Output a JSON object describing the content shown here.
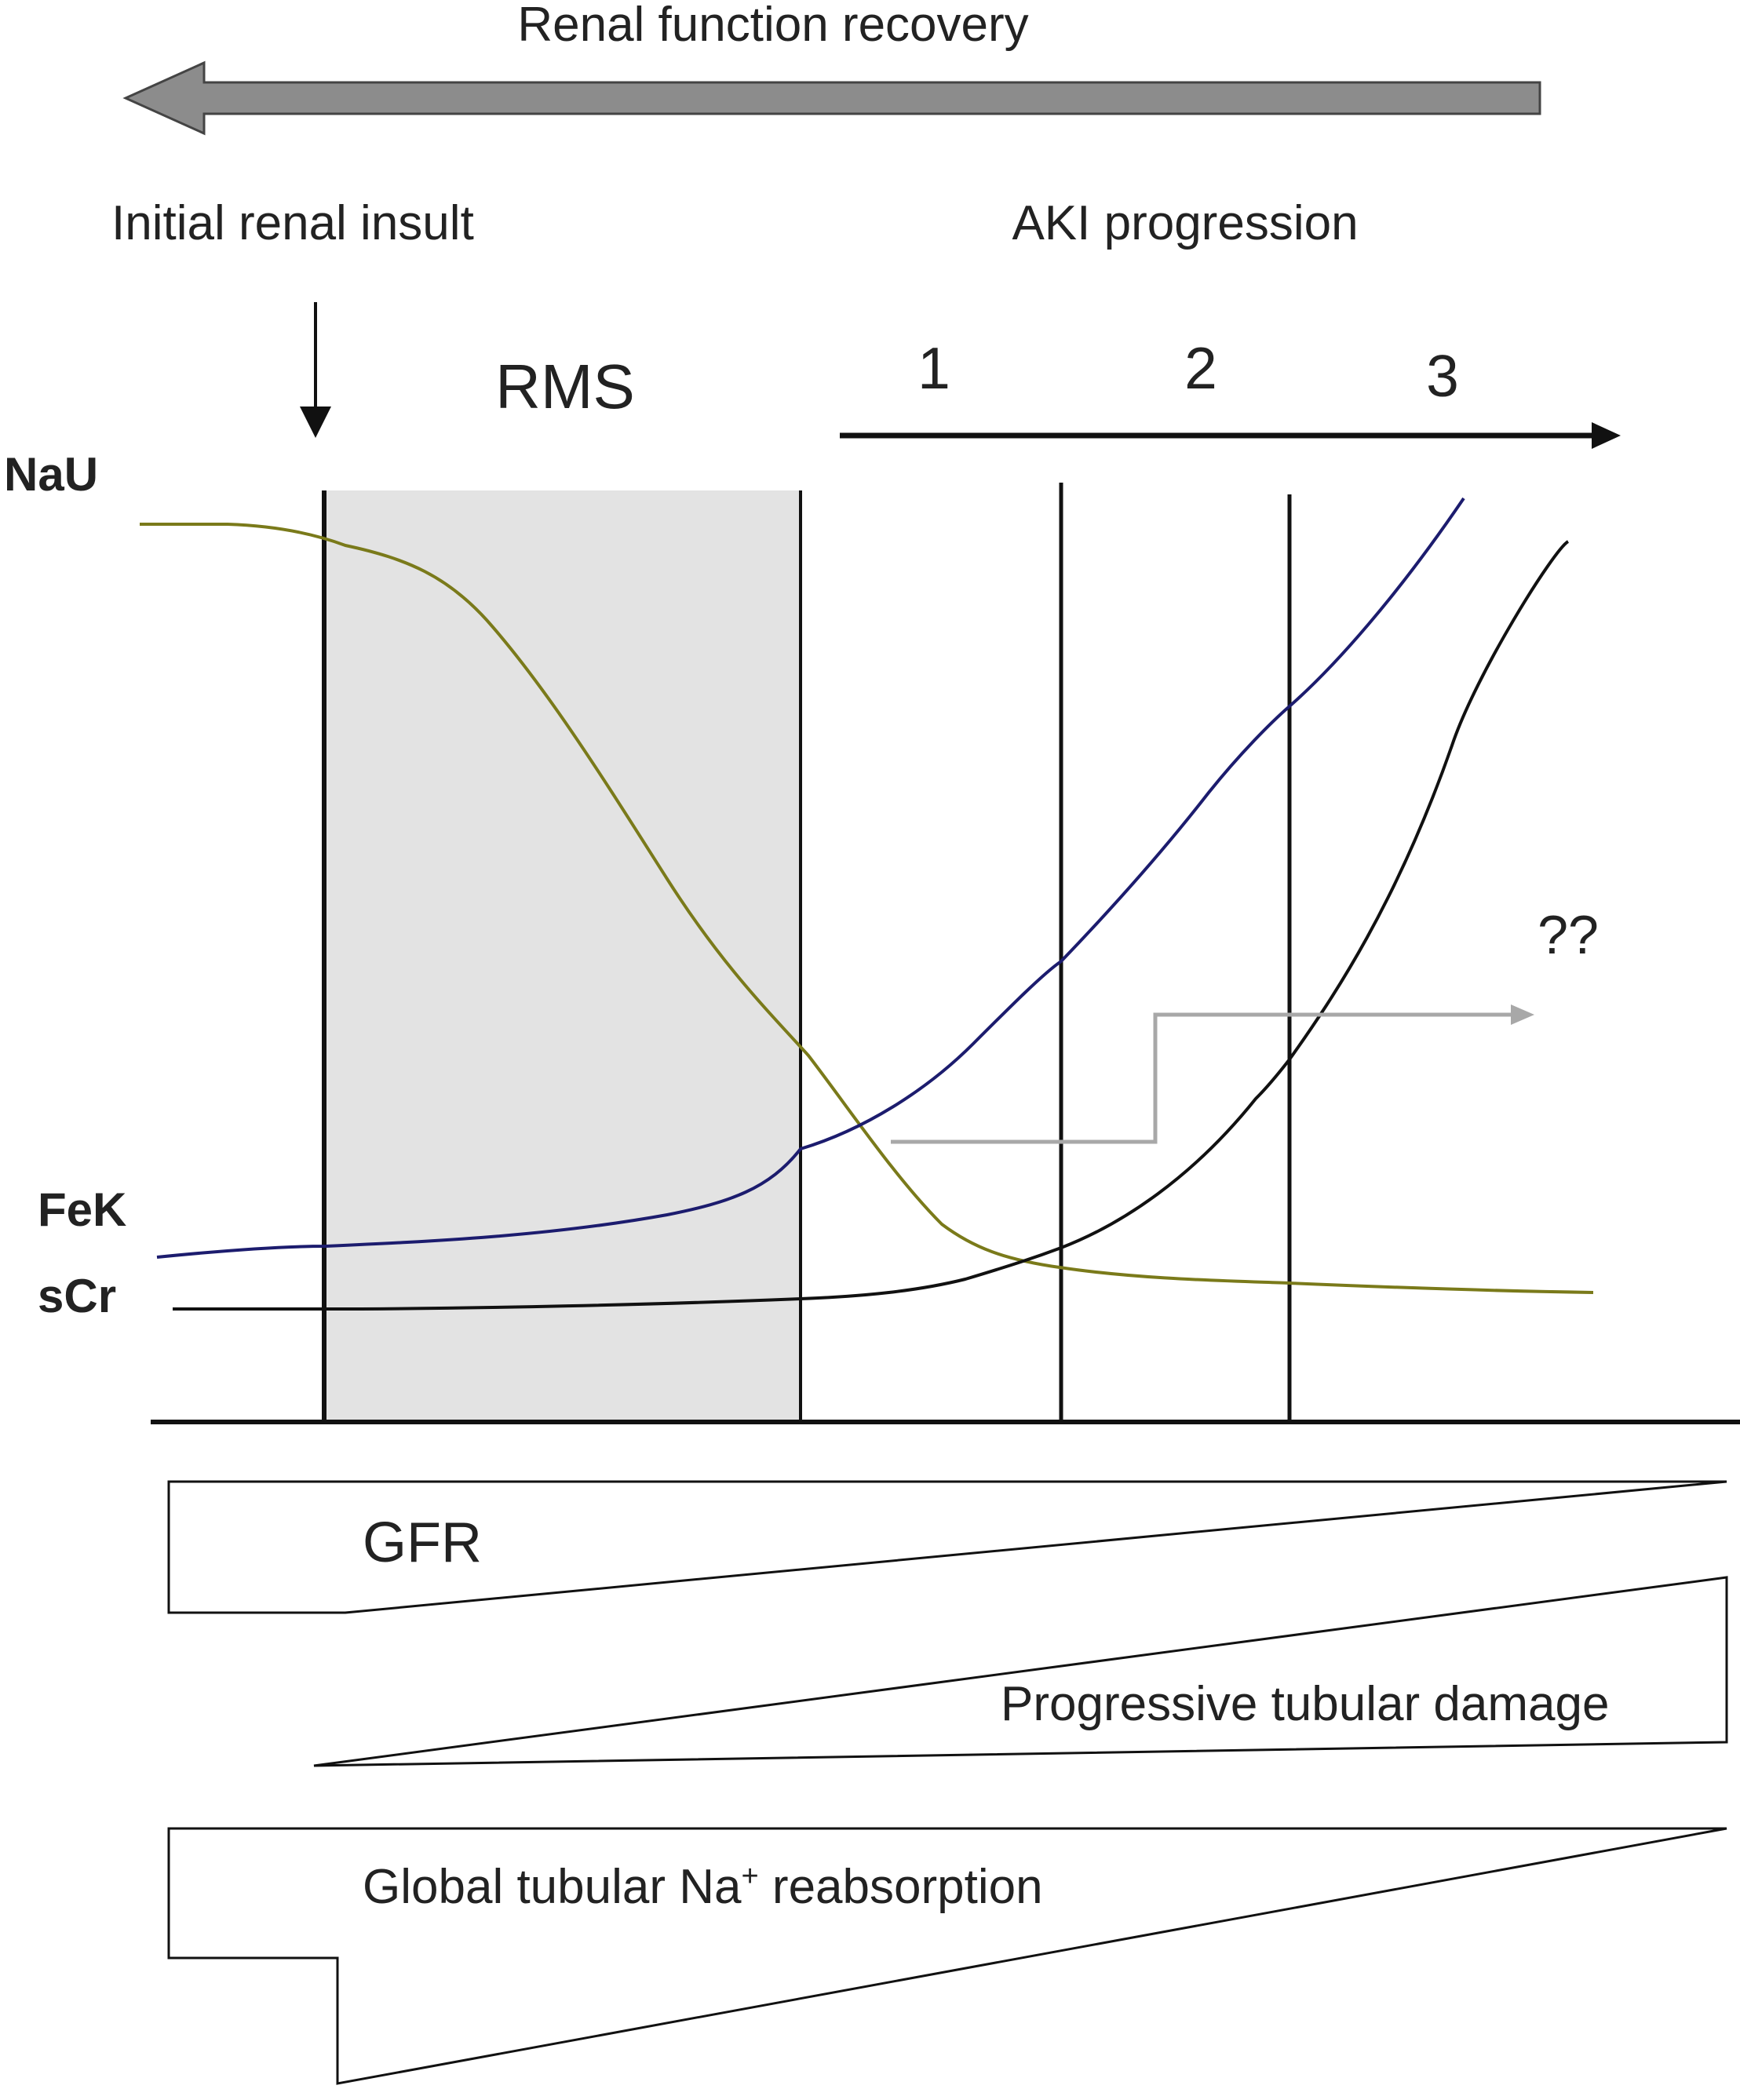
{
  "header": {
    "recovery_label": "Renal function recovery",
    "insult_label": "Initial renal insult",
    "progression_label": "AKI progression",
    "rms_label": "RMS",
    "stages": [
      "1",
      "2",
      "3"
    ]
  },
  "curve_labels": {
    "nau": "NaU",
    "fek": "FeK",
    "scr": "sCr",
    "unknown": "??"
  },
  "bands": {
    "gfr": "GFR",
    "tubular_damage": "Progressive tubular damage",
    "na_reabsorption_prefix": "Global tubular Na",
    "na_reabsorption_sup": "+",
    "na_reabsorption_suffix": " reabsorption"
  },
  "colors": {
    "nau": "#7a7a1a",
    "fek": "#1c1c6e",
    "scr": "#111111",
    "rms_fill": "#e3e3e3",
    "recovery_arrow": "#8c8c8c",
    "unknown_arrow": "#a8a8a8"
  }
}
